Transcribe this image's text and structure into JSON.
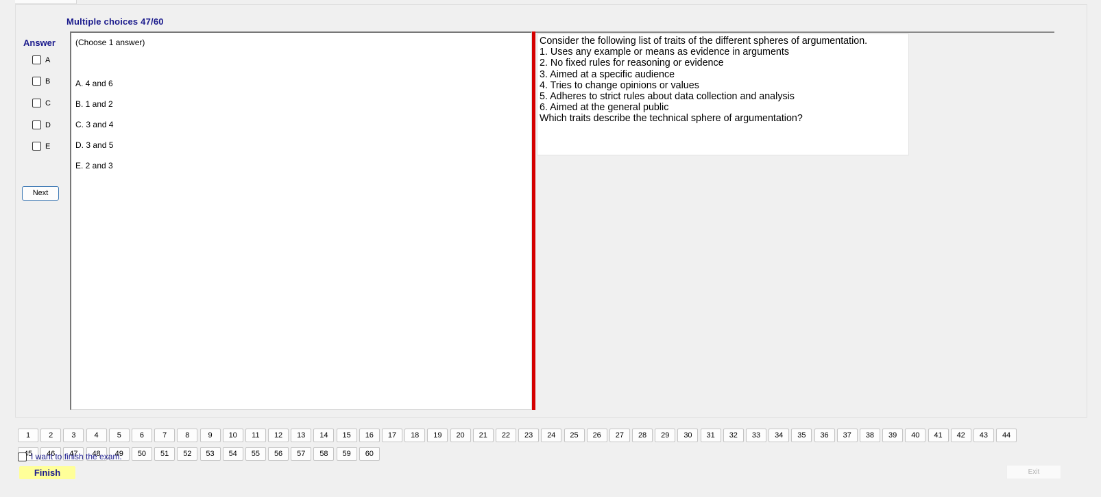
{
  "header": {
    "title": "Multiple choices 47/60"
  },
  "answer_panel": {
    "label": "Answer",
    "options": [
      "A",
      "B",
      "C",
      "D",
      "E"
    ],
    "next_label": "Next"
  },
  "answers_box": {
    "hint": "(Choose 1 answer)",
    "choices": [
      "A.  4 and 6",
      "B.  1 and 2",
      "C.  3 and 4",
      "D.  3 and 5",
      "E.  2 and 3"
    ]
  },
  "question": {
    "lines": [
      "Consider the following list of traits of the different spheres of argumentation.",
      "1. Uses any example or means as evidence in arguments",
      "2. No fixed rules for reasoning or evidence",
      "3. Aimed at a specific audience",
      "4. Tries to change opinions or values",
      "5. Adheres to strict rules about data collection and analysis",
      "6. Aimed at the general public",
      "Which traits describe the technical sphere of argumentation?"
    ]
  },
  "navigator": {
    "row1": [
      "1",
      "2",
      "3",
      "4",
      "5",
      "6",
      "7",
      "8",
      "9",
      "10",
      "11",
      "12",
      "13",
      "14",
      "15",
      "16",
      "17",
      "18",
      "19",
      "20",
      "21",
      "22",
      "23",
      "24",
      "25",
      "26",
      "27",
      "28",
      "29",
      "30",
      "31",
      "32",
      "33",
      "34",
      "35",
      "36",
      "37",
      "38",
      "39",
      "40",
      "41",
      "42",
      "43",
      "44"
    ],
    "row2": [
      "45",
      "46",
      "47",
      "48",
      "49",
      "50",
      "51",
      "52",
      "53",
      "54",
      "55",
      "56",
      "57",
      "58",
      "59",
      "60"
    ]
  },
  "footer": {
    "finish_checkbox_label": "I want to finish the exam.",
    "finish_label": "Finish",
    "exit_label": "Exit"
  }
}
